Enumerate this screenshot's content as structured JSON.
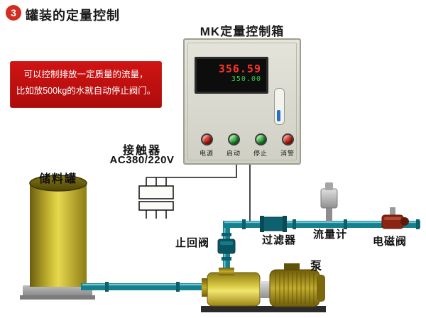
{
  "header": {
    "badge": "3",
    "title": "罐装的定量控制"
  },
  "note": {
    "line1": "可以控制排放一定质量的流量，",
    "line2": "比如放500kg的水就自动停止阀门。"
  },
  "cabinet": {
    "title": "MK定量控制箱",
    "display": {
      "pv": "356.59",
      "sv": "350.00"
    },
    "buttons": [
      {
        "label": "电源",
        "color": "red"
      },
      {
        "label": "启动",
        "color": "green"
      },
      {
        "label": "停止",
        "color": "green"
      },
      {
        "label": "消警",
        "color": "red"
      }
    ]
  },
  "contactor": {
    "name": "接触器",
    "spec": "AC380/220V"
  },
  "tank": {
    "name": "储料罐"
  },
  "pipeline": {
    "check_valve": "止回阀",
    "filter": "过滤器",
    "flow_meter": "流量计",
    "solenoid_valve": "电磁阀"
  },
  "pump": {
    "name": "泵"
  },
  "colors": {
    "accent_red": "#c8150f",
    "pipe_teal": "#17808f",
    "tank_yellow": "#c9b832",
    "display_red": "#ff3226",
    "display_green": "#35d04a",
    "button_red": "#b51708",
    "button_green": "#1d8c2c"
  }
}
